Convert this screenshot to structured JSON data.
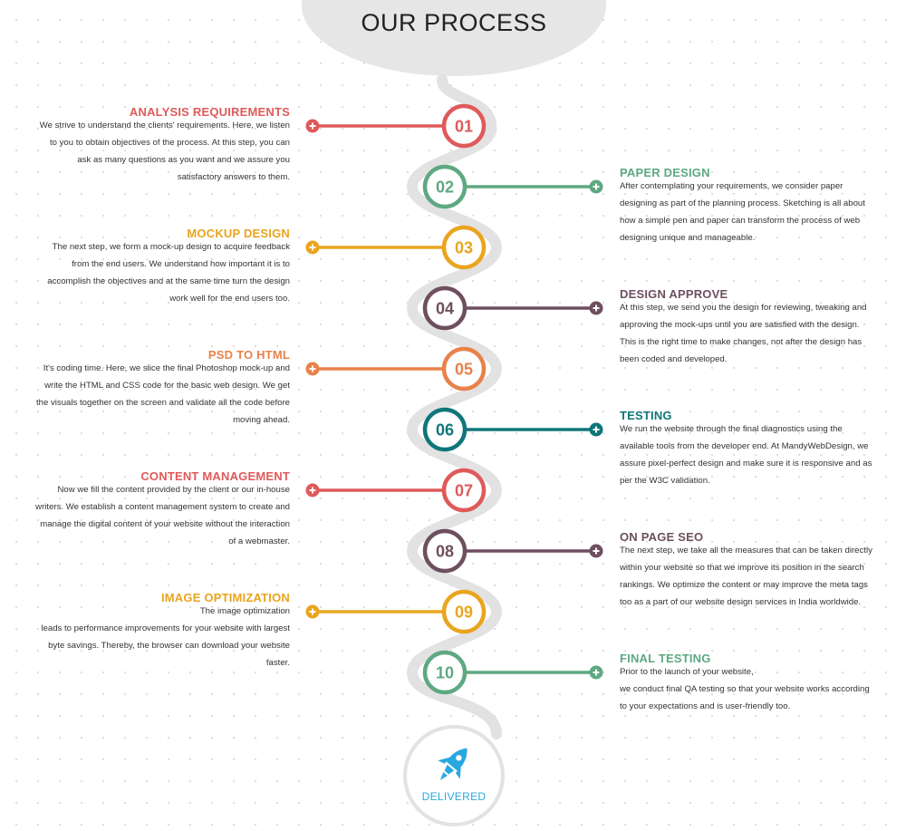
{
  "page": {
    "title": "OUR PROCESS"
  },
  "steps": [
    {
      "number": "01",
      "side": "left",
      "color": "#df5a5a",
      "title": "ANALYSIS REQUIREMENTS",
      "lines": [
        "We strive to understand the clients' requirements. Here, we listen",
        "to you to obtain objectives of the process. At this step, you can",
        "ask as many questions as you want and we assure you",
        "satisfactory answers to them."
      ]
    },
    {
      "number": "02",
      "side": "right",
      "color": "#5ea882",
      "title": "PAPER DESIGN",
      "lines": [
        "After contemplating your requirements, we consider paper",
        "designing as part of the planning process. Sketching is all about",
        "how a simple pen and paper can transform the process of web",
        "designing unique and manageable."
      ]
    },
    {
      "number": "03",
      "side": "left",
      "color": "#e9a51f",
      "title": "MOCKUP DESIGN",
      "lines": [
        "The next step, we form a mock-up design to acquire feedback",
        "from the end users. We understand how important it is to",
        "accomplish the objectives and at the same time turn the design",
        "work well for the end users too."
      ]
    },
    {
      "number": "04",
      "side": "right",
      "color": "#6e4f5f",
      "title": "DESIGN APPROVE",
      "lines": [
        "At this step, we send you the design for reviewing, tweaking and",
        "approving the mock-ups until you are satisfied with the design.",
        "This is the right time to make changes, not after the design has",
        "been coded and developed."
      ]
    },
    {
      "number": "05",
      "side": "left",
      "color": "#e8824a",
      "title": "PSD TO HTML",
      "lines": [
        "It's coding time. Here, we slice the final Photoshop mock-up and",
        "write the HTML and CSS code for the basic web design. We get",
        "the visuals together on the screen and validate all the code before",
        "moving ahead."
      ]
    },
    {
      "number": "06",
      "side": "right",
      "color": "#0f7679",
      "title": "TESTING",
      "lines": [
        "We run the website through the final diagnostics using the",
        "available tools from the developer end. At MandyWebDesign, we",
        "assure pixel-perfect design and make sure it is responsive and as",
        "per the W3C validation."
      ]
    },
    {
      "number": "07",
      "side": "left",
      "color": "#df5a5a",
      "title": "CONTENT MANAGEMENT",
      "lines": [
        "Now we fill the content provided by the client or our in-house",
        "writers. We establish a content management system to create and",
        "manage the digital content of your website without the interaction",
        "of a webmaster."
      ]
    },
    {
      "number": "08",
      "side": "right",
      "color": "#6e4f5f",
      "title": "ON PAGE SEO",
      "lines": [
        "The next step, we take all the measures that can be taken directly",
        "within your website so that we improve its position in the search",
        "rankings. We optimize the content or may improve the meta tags",
        "too as a part of our website design services in India worldwide."
      ]
    },
    {
      "number": "09",
      "side": "left",
      "color": "#e9a51f",
      "title": "IMAGE OPTIMIZATION",
      "lines": [
        "The image optimization",
        "leads to performance improvements for your website with largest",
        "byte savings. Thereby, the browser can download your website",
        "faster."
      ]
    },
    {
      "number": "10",
      "side": "right",
      "color": "#5ea882",
      "title": "FINAL TESTING",
      "lines": [
        "Prior to the launch of your website,",
        "we conduct final QA testing so that your website works according",
        "to your expectations and is user-friendly too."
      ]
    }
  ],
  "end": {
    "label": "DELIVERED",
    "icon": "rocket-icon",
    "color": "#29a7df"
  },
  "icons": {
    "connector": "plus-circle-icon"
  },
  "colors": {
    "track": "#e2e2e2",
    "title_blob": "#e6e6e6"
  }
}
